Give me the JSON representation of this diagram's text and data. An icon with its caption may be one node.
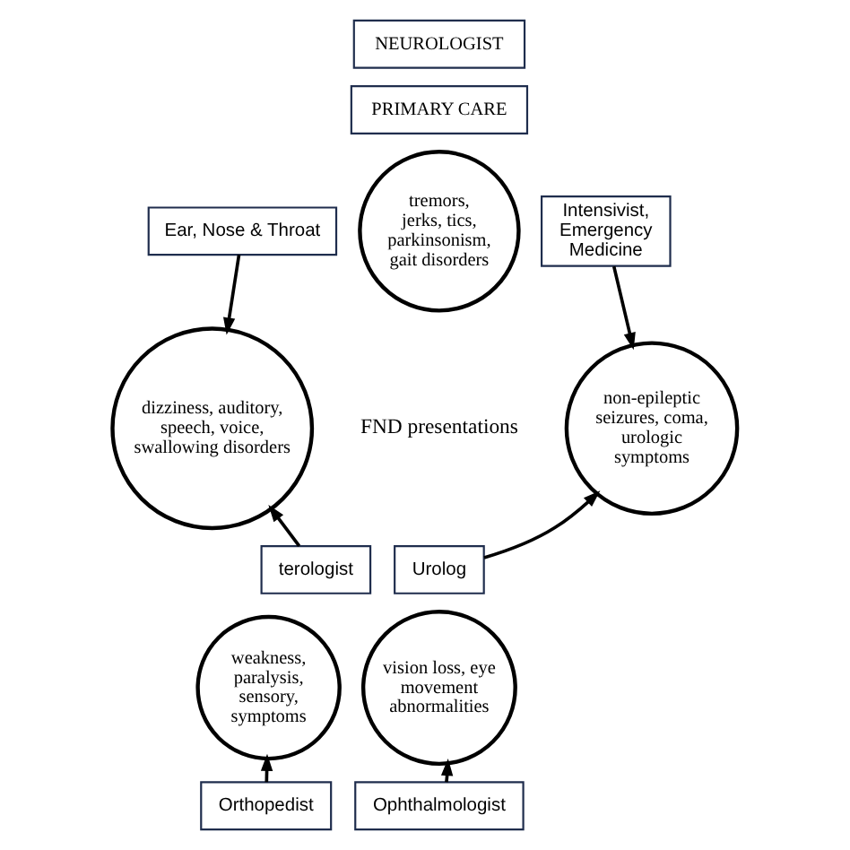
{
  "diagram": {
    "nodes": [
      {
        "text": [
          "NEUROLOGIST"
        ]
      },
      {
        "text": [
          "PRIMARY CARE"
        ]
      },
      {
        "text": [
          "Ear, Nose & Throat"
        ]
      },
      {
        "text": [
          "tremors, jerks, tics, parkinsonism, gait disorders"
        ]
      },
      {
        "text": [
          "Intensivist, Emergency Medicine"
        ]
      },
      {
        "text": [
          "dizziness, auditory, speech, voice, swallowing disorders"
        ]
      },
      {
        "text": [
          "non-epileptic seizures, coma, urologic symptoms"
        ]
      },
      {
        "text": [
          "terologist"
        ]
      },
      {
        "text": [
          "Urolog"
        ]
      },
      {
        "text": [
          "weakness, paralysis, sensory, symptoms"
        ]
      },
      {
        "text": [
          "vision loss, eye movement abnormalities"
        ]
      },
      {
        "text": [
          "Orthopedist"
        ]
      },
      {
        "text": [
          "Ophthalmologist"
        ]
      }
    ],
    "edges": [
      {
        "from": 2,
        "to": 5,
        "arrow": "to"
      },
      {
        "from": 4,
        "to": 6,
        "arrow": "to"
      },
      {
        "from": 7,
        "to": 5,
        "arrow": "to"
      },
      {
        "from": 8,
        "to": 6,
        "arrow": "to"
      },
      {
        "from": 11,
        "to": 9,
        "arrow": "to"
      },
      {
        "from": 12,
        "to": 10,
        "arrow": "to"
      }
    ],
    "labels": [
      "FND presentations"
    ]
  }
}
